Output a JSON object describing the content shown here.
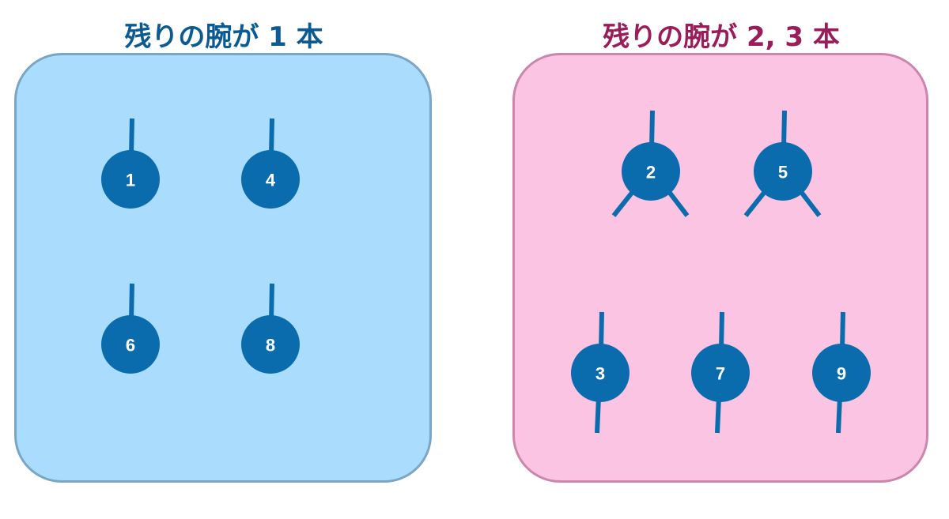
{
  "colors": {
    "left_panel_fill": "#aaddfd",
    "left_panel_border": "#7aa6c6",
    "left_title": "#0b5b92",
    "right_panel_fill": "#fbc4e2",
    "right_panel_border": "#cc86ac",
    "right_title": "#9b1c5a",
    "node": "#0a6cad",
    "node_label": "#ffffff"
  },
  "groups": {
    "left": {
      "title": "残りの腕が 1 本",
      "nodes": [
        {
          "label": "1",
          "arms": [
            "up"
          ]
        },
        {
          "label": "4",
          "arms": [
            "up"
          ]
        },
        {
          "label": "6",
          "arms": [
            "up"
          ]
        },
        {
          "label": "8",
          "arms": [
            "up"
          ]
        }
      ]
    },
    "right": {
      "title": "残りの腕が 2, 3 本",
      "nodes": [
        {
          "label": "2",
          "arms": [
            "up",
            "down-left",
            "down-right"
          ]
        },
        {
          "label": "5",
          "arms": [
            "up",
            "down-left",
            "down-right"
          ]
        },
        {
          "label": "3",
          "arms": [
            "up",
            "down"
          ]
        },
        {
          "label": "7",
          "arms": [
            "up",
            "down"
          ]
        },
        {
          "label": "9",
          "arms": [
            "up",
            "down"
          ]
        }
      ]
    }
  }
}
